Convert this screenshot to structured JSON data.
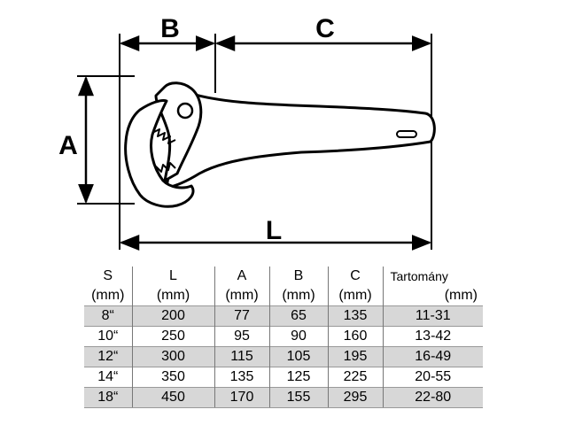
{
  "diagram": {
    "dim_b": "B",
    "dim_c": "C",
    "dim_a": "A",
    "dim_l": "L"
  },
  "table": {
    "headers": [
      "S",
      "L",
      "A",
      "B",
      "C",
      "Tartomány"
    ],
    "units": [
      "(mm)",
      "(mm)",
      "(mm)",
      "(mm)",
      "(mm)",
      "(mm)"
    ],
    "rows": [
      [
        "8“",
        "200",
        "77",
        "65",
        "135",
        "11-31"
      ],
      [
        "10“",
        "250",
        "95",
        "90",
        "160",
        "13-42"
      ],
      [
        "12“",
        "300",
        "115",
        "105",
        "195",
        "16-49"
      ],
      [
        "14“",
        "350",
        "135",
        "125",
        "225",
        "20-55"
      ],
      [
        "18“",
        "450",
        "170",
        "155",
        "295",
        "22-80"
      ]
    ],
    "shaded_color": "#d7d7d7"
  }
}
